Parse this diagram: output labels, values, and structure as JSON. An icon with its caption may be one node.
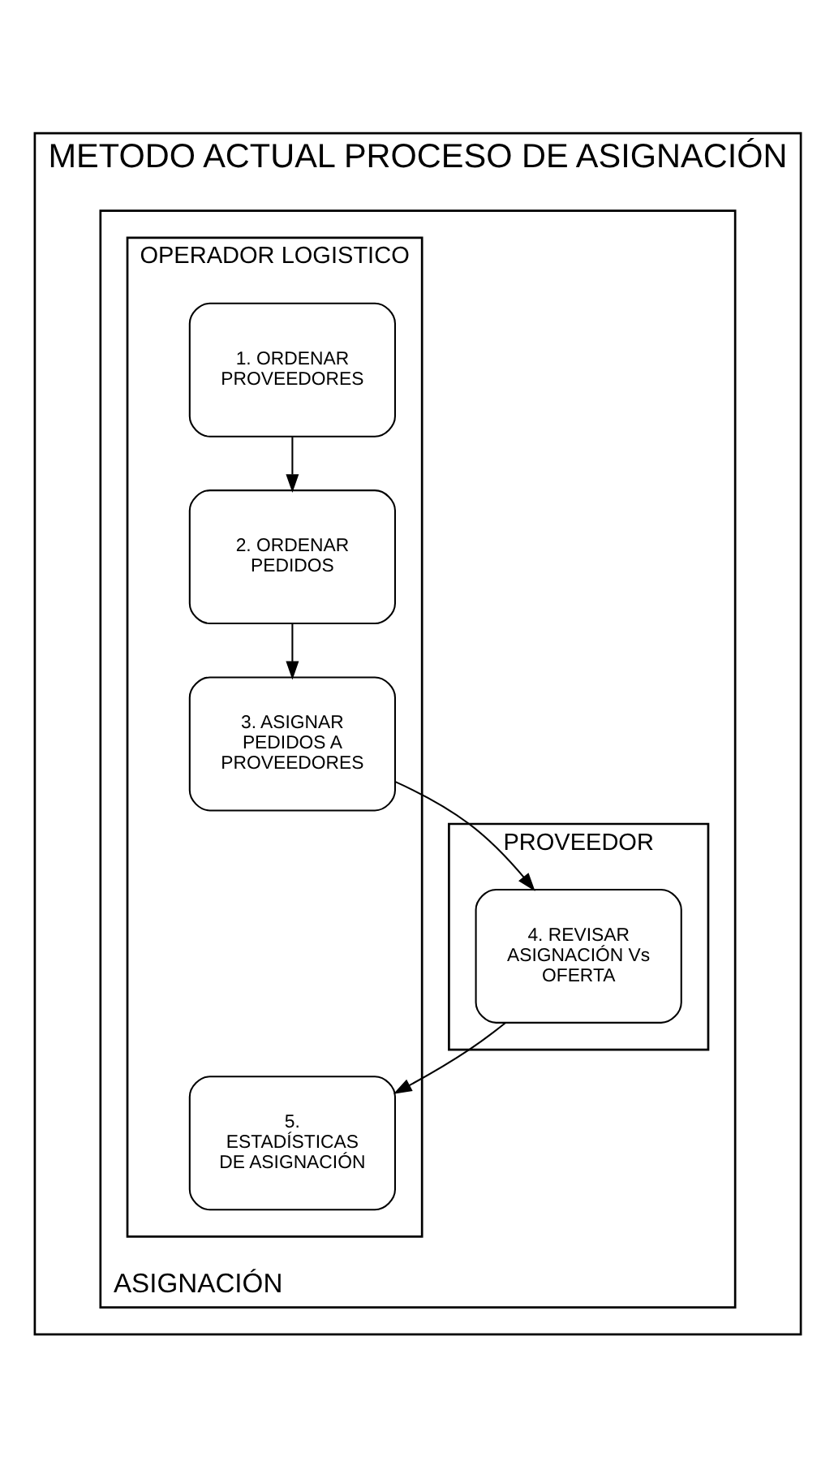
{
  "diagram": {
    "nodes": [
      {
        "text": [
          "METODO ACTUAL PROCESO DE ASIGNACIÓN"
        ]
      },
      {
        "text": [
          "ASIGNACIÓN"
        ],
        "in": 0
      },
      {
        "text": [
          "OPERADOR LOGISTICO"
        ],
        "in": 1
      },
      {
        "text": [
          "PROVEEDOR"
        ],
        "in": 1
      },
      {
        "text": [
          "1. ORDENAR PROVEEDORES"
        ],
        "in": 2
      },
      {
        "text": [
          "2. ORDENAR PEDIDOS"
        ],
        "in": 2
      },
      {
        "text": [
          "3. ASIGNAR PEDIDOS A PROVEEDORES"
        ],
        "in": 2
      },
      {
        "text": [
          "4. REVISAR ASIGNACIÓN Vs OFERTA"
        ],
        "in": 3
      },
      {
        "text": [
          "5. ESTADÍSTICAS DE ASIGNACIÓN"
        ],
        "in": 2
      }
    ],
    "edges": [
      {
        "from": 4,
        "to": 5,
        "arrow": "to"
      },
      {
        "from": 5,
        "to": 6,
        "arrow": "to"
      },
      {
        "from": 6,
        "to": 7,
        "arrow": "to"
      },
      {
        "from": 7,
        "to": 8,
        "arrow": "to"
      }
    ]
  }
}
